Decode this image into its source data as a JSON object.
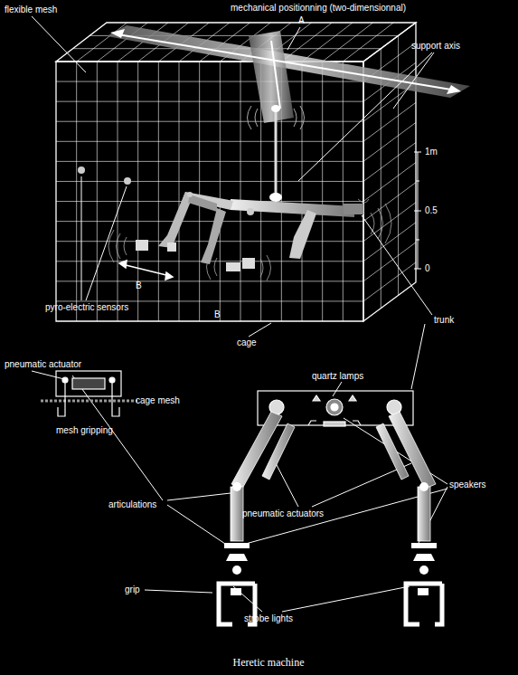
{
  "diagram": {
    "caption": "Heretic machine",
    "labels": [
      "flexible mesh",
      "mechanical positionning (two-dimensionnal)",
      "A",
      "support axis",
      "1m",
      "0.5",
      "0",
      "pyro-electric sensors",
      "B",
      "B",
      "trunk",
      "cage",
      "pneumatic actuator",
      "cage mesh",
      "mesh gripping",
      "quartz lamps",
      "articulations",
      "pneumatic actuators",
      "speakers",
      "grip",
      "strobe lights"
    ]
  }
}
